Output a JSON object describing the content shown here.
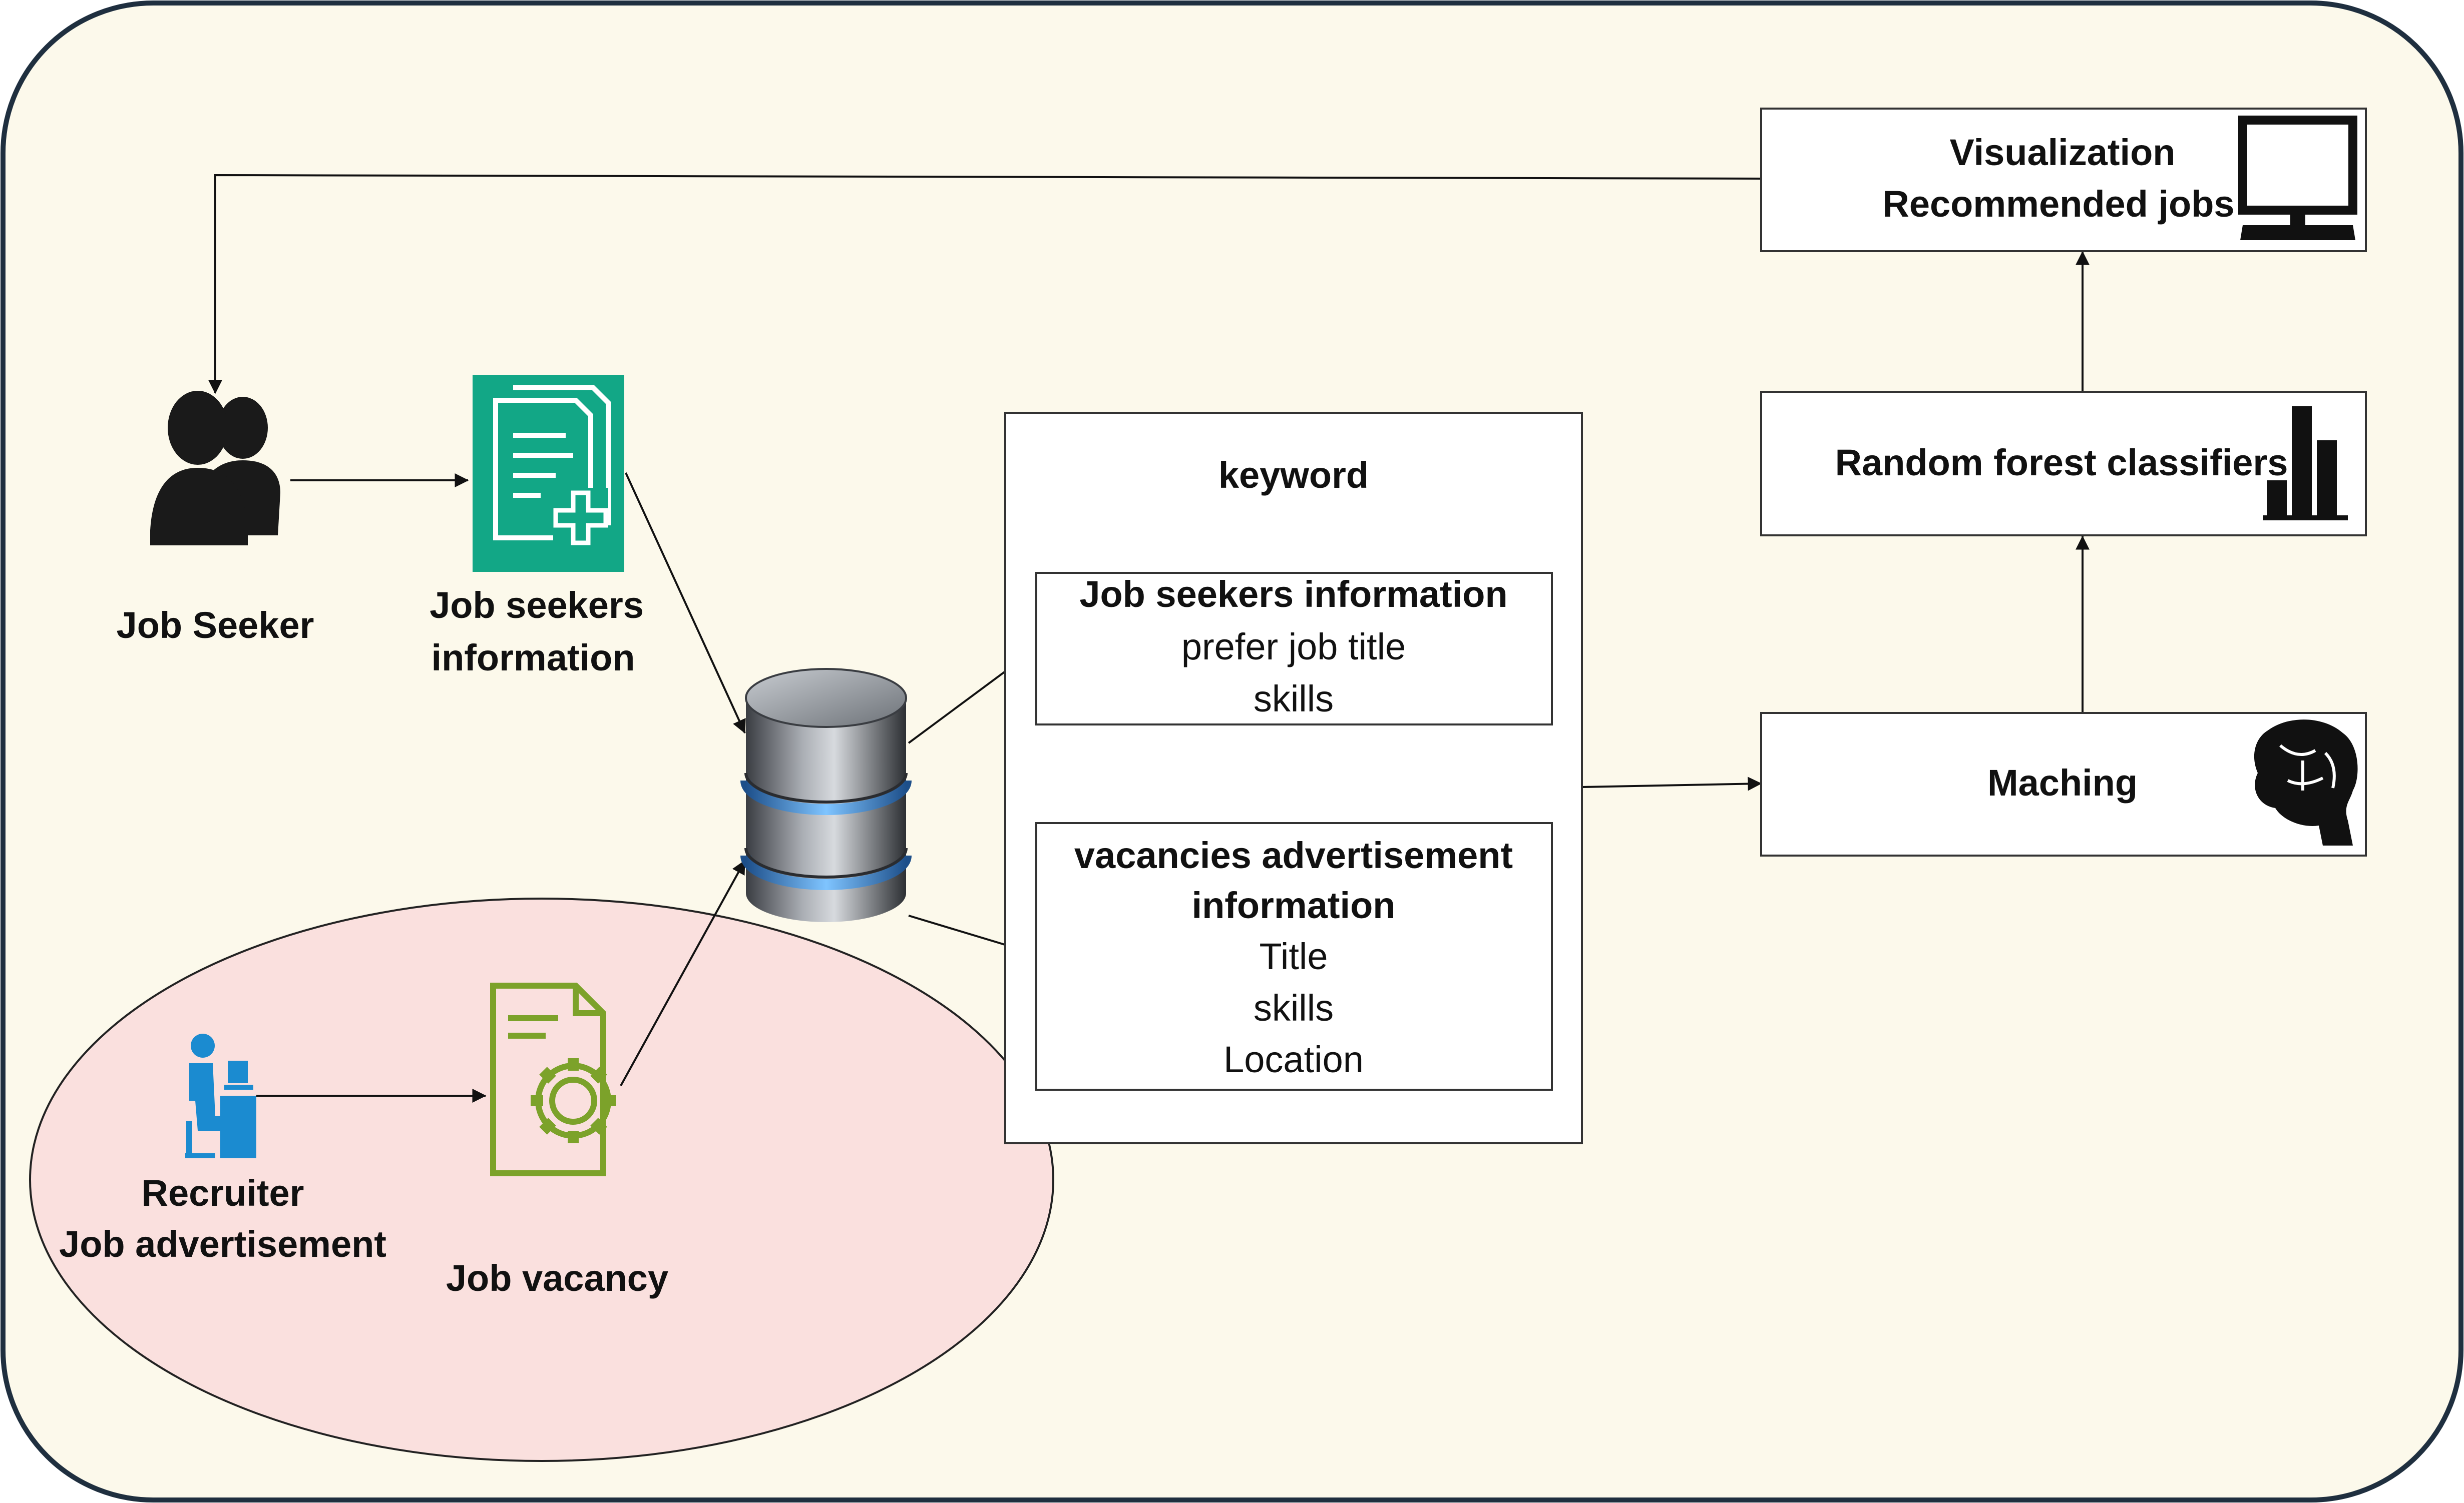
{
  "colors": {
    "background": "#FCF9EB",
    "frame_border": "#1F2F3F",
    "recruiter_ellipse": "#FAE0DE",
    "doc_icon_green": "#12A786",
    "vacancy_icon_green": "#7CA22A",
    "recruiter_icon_blue": "#1B8BD0",
    "box_fill": "#FFFFFF",
    "box_border": "#333333",
    "arrow": "#111111",
    "icon_dark": "#1A1A1A"
  },
  "nodes": {
    "job_seeker": {
      "label": "Job Seeker",
      "icon": "users-icon"
    },
    "job_seekers_info": {
      "label_line1": "Job seekers",
      "label_line2": "information",
      "icon": "document-add-icon"
    },
    "database": {
      "icon": "database-icon"
    },
    "recruiter": {
      "label_line1": "Recruiter",
      "label_line2": "Job advertisement",
      "icon": "recruiter-desk-icon"
    },
    "job_vacancy": {
      "label": "Job vacancy",
      "icon": "document-gear-icon"
    },
    "keyword": {
      "title": "keyword",
      "seekers_box": {
        "heading": "Job seekers information",
        "items": [
          "prefer job title",
          "skills"
        ]
      },
      "vacancies_box": {
        "heading_line1": "vacancies advertisement",
        "heading_line2": "information",
        "items": [
          "Title",
          "skills",
          "Location"
        ]
      }
    },
    "matching": {
      "label": "Maching",
      "icon": "brain-icon"
    },
    "random_forest": {
      "label": "Random forest classifiers",
      "icon": "bar-chart-icon"
    },
    "visualization": {
      "label_line1": "Visualization",
      "label_line2": "Recommended jobs",
      "icon": "monitor-icon"
    }
  }
}
